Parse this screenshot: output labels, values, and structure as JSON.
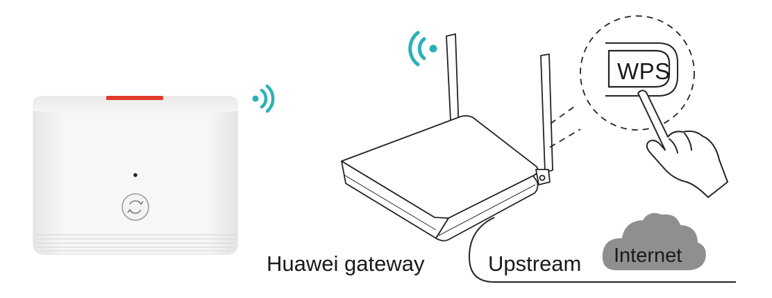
{
  "labels": {
    "gateway": "Huawei gateway",
    "upstream": "Upstream",
    "internet": "Internet",
    "wps": "WPS"
  },
  "colors": {
    "wifi": "#2ab1b8",
    "indicator": "#e23a2a",
    "cloud": "#8f8f8f",
    "line": "#222222",
    "extender_body": "#f2f2f2"
  },
  "icons": {
    "extender_wifi": "wifi-signal-icon",
    "gateway_wifi": "wifi-signal-icon",
    "pairing_button": "sync-icon",
    "hand": "pointing-hand-icon"
  }
}
